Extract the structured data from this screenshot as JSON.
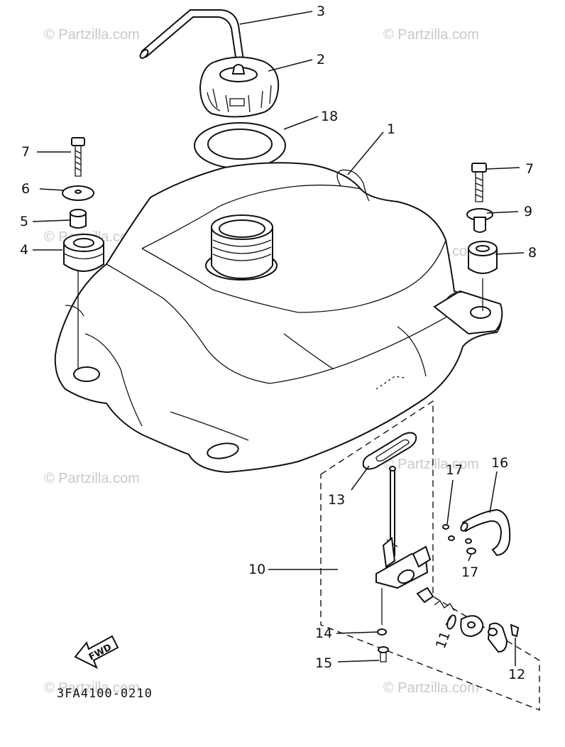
{
  "watermark": "© Partzilla.com",
  "diagram_code": "3FA4100-0210",
  "fwd_label": "FWD",
  "callouts": {
    "c1": "1",
    "c2": "2",
    "c3": "3",
    "c4": "4",
    "c5": "5",
    "c6": "6",
    "c7a": "7",
    "c7b": "7",
    "c8": "8",
    "c9": "9",
    "c10": "10",
    "c11": "11",
    "c12": "12",
    "c13": "13",
    "c14": "14",
    "c15": "15",
    "c16": "16",
    "c17a": "17",
    "c17b": "17",
    "c18": "18"
  }
}
